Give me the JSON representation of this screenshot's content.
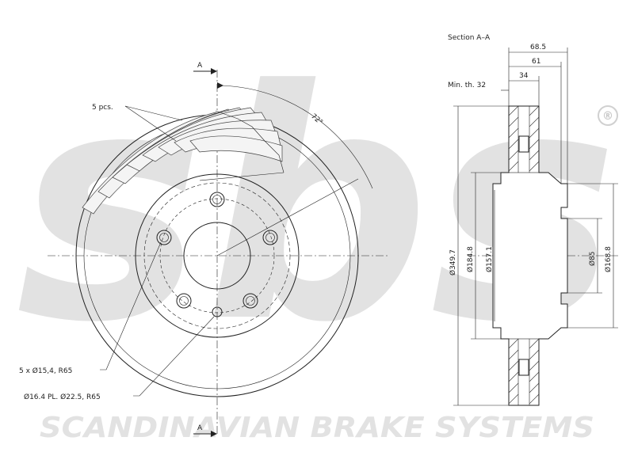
{
  "watermark": {
    "logo_text": "sbs",
    "registered_mark": "®",
    "tagline": "SCANDINAVIAN BRAKE SYSTEMS"
  },
  "front_view": {
    "section_mark": "A",
    "angle_label": "72°",
    "fins_label": "5 pcs.",
    "holes_label": "5 x Ø15,4, R65",
    "pcd_label": "Ø16.4 PL. Ø22.5, R65"
  },
  "section_view": {
    "title": "Section A–A",
    "min_thickness_label": "Min. th. 32",
    "width_dims": [
      "68.5",
      "61",
      "34"
    ],
    "diameter_dims": [
      "Ø349.7",
      "Ø184.8",
      "Ø157.1",
      "Ø85",
      "Ø168.8"
    ]
  }
}
